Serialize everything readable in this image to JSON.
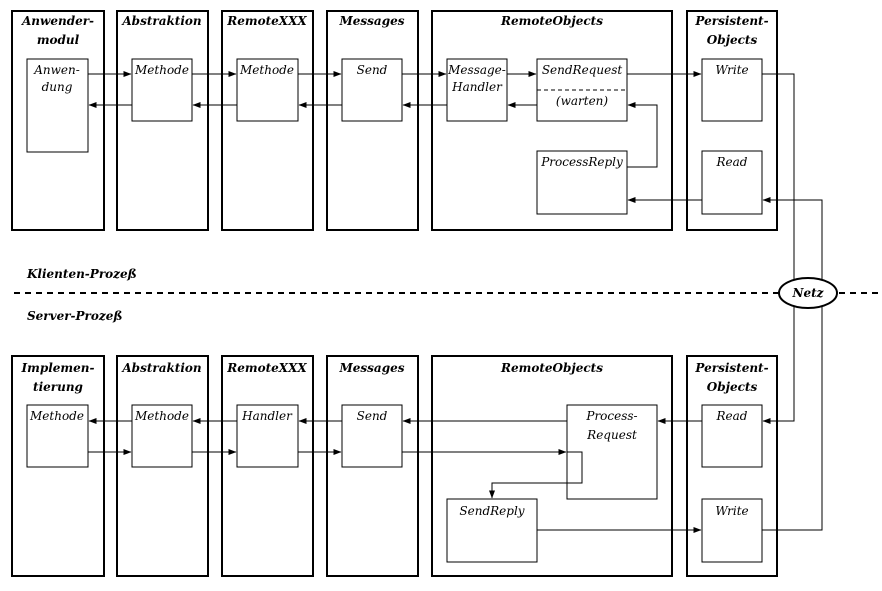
{
  "client": {
    "columns": {
      "anwendermodul": [
        "Anwender-",
        "modul"
      ],
      "abstraktion": [
        "Abstraktion"
      ],
      "remotexxx": [
        "RemoteXXX"
      ],
      "messages": [
        "Messages"
      ],
      "remoteobjects": [
        "RemoteObjects"
      ],
      "persistent": [
        "Persistent-",
        "Objects"
      ]
    },
    "boxes": {
      "anwendung": [
        "Anwen-",
        "dung"
      ],
      "methode_abs": [
        "Methode"
      ],
      "methode_rx": [
        "Methode"
      ],
      "send": [
        "Send"
      ],
      "message_handler": [
        "Message-",
        "Handler"
      ],
      "send_request": [
        "SendRequest"
      ],
      "warten": [
        "(warten)"
      ],
      "process_reply": [
        "ProcessReply"
      ],
      "write": [
        "Write"
      ],
      "read": [
        "Read"
      ]
    }
  },
  "server": {
    "columns": {
      "implementierung": [
        "Implemen-",
        "tierung"
      ],
      "abstraktion": [
        "Abstraktion"
      ],
      "remotexxx": [
        "RemoteXXX"
      ],
      "messages": [
        "Messages"
      ],
      "remoteobjects": [
        "RemoteObjects"
      ],
      "persistent": [
        "Persistent-",
        "Objects"
      ]
    },
    "boxes": {
      "methode_impl": [
        "Methode"
      ],
      "methode_abs": [
        "Methode"
      ],
      "handler": [
        "Handler"
      ],
      "send": [
        "Send"
      ],
      "process_request": [
        "Process-",
        "Request"
      ],
      "send_reply": [
        "SendReply"
      ],
      "read": [
        "Read"
      ],
      "write": [
        "Write"
      ]
    }
  },
  "separator": {
    "client_label": "Klienten-Prozeß",
    "server_label": "Server-Prozeß",
    "network_label": "Netz"
  }
}
